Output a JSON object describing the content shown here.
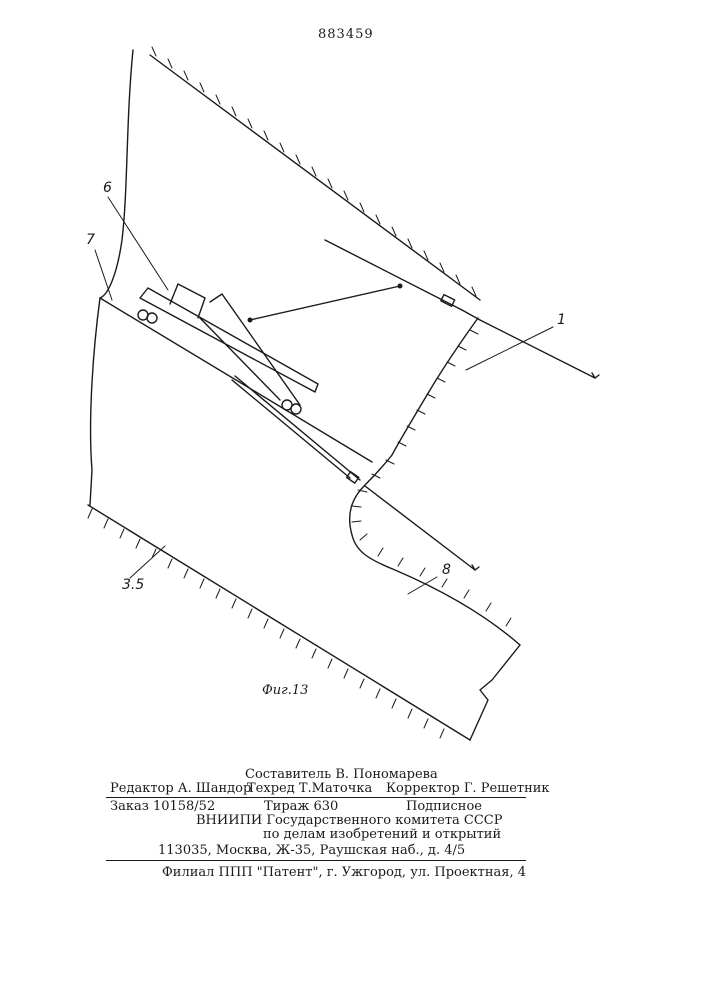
{
  "header": {
    "patent_number": "883459"
  },
  "figure": {
    "caption": "Фиг.13",
    "labels": {
      "l1": "1",
      "l6": "6",
      "l7": "7",
      "l8": "8",
      "l35": "3.5"
    }
  },
  "imprint": {
    "compiler": "Составитель В. Пономарева",
    "editor": "Редактор А. Шандор",
    "techred": "Техред Т.Маточка",
    "corrector": "Корректор Г. Решетник",
    "order": "Заказ 10158/52",
    "circulation": "Тираж 630",
    "subscription": "Подписное",
    "org_line1": "ВНИИПИ Государственного комитета СССР",
    "org_line2": "по делам изобретений и открытий",
    "address": "113035, Москва, Ж-35, Раушская наб., д. 4/5",
    "branch": "Филиал ППП \"Патент\", г. Ужгород, ул. Проектная, 4"
  }
}
